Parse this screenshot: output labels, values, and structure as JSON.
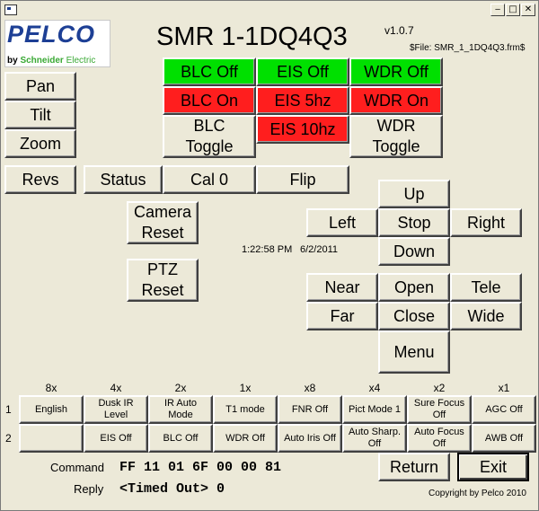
{
  "window": {
    "min_glyph": "‒",
    "max_glyph": "□",
    "close_glyph": "✕"
  },
  "logo": {
    "name": "PELCO",
    "sub_by": "by",
    "sub_brand": "Schneider",
    "sub_rest": "Electric"
  },
  "header": {
    "title": "SMR 1-1DQ4Q3",
    "version": "v1.0.7",
    "file": "$File: SMR_1_1DQ4Q3.frm$"
  },
  "left": {
    "pan": "Pan",
    "tilt": "Tilt",
    "zoom": "Zoom",
    "revs": "Revs"
  },
  "blc": {
    "off": "BLC Off",
    "on": "BLC On",
    "toggle": "BLC\nToggle"
  },
  "eis": {
    "off": "EIS Off",
    "hz5": "EIS 5hz",
    "hz10": "EIS 10hz"
  },
  "wdr": {
    "off": "WDR Off",
    "on": "WDR On",
    "toggle": "WDR\nToggle"
  },
  "row2": {
    "status": "Status",
    "cal": "Cal 0",
    "flip": "Flip"
  },
  "resets": {
    "camera": "Camera\nReset",
    "ptz": "PTZ\nReset"
  },
  "datetime": {
    "time": "1:22:58 PM",
    "date": "6/2/2011"
  },
  "dir": {
    "up": "Up",
    "left": "Left",
    "stop": "Stop",
    "right": "Right",
    "down": "Down"
  },
  "lens": {
    "near": "Near",
    "open": "Open",
    "tele": "Tele",
    "far": "Far",
    "close": "Close",
    "wide": "Wide",
    "menu": "Menu"
  },
  "grid": {
    "headers": [
      "8x",
      "4x",
      "2x",
      "1x",
      "x8",
      "x4",
      "x2",
      "x1"
    ],
    "row_labels": [
      "1",
      "2"
    ],
    "row1": [
      "English",
      "Dusk IR\nLevel",
      "IR Auto\nMode",
      "T1 mode",
      "FNR Off",
      "Pict Mode 1",
      "Sure Focus\nOff",
      "AGC Off"
    ],
    "row2": [
      "",
      "EIS Off",
      "BLC Off",
      "WDR Off",
      "Auto Iris Off",
      "Auto Sharp.\nOff",
      "Auto Focus\nOff",
      "AWB Off"
    ]
  },
  "bottom": {
    "command_label": "Command",
    "command_value": "FF 11 01 6F 00 00 81",
    "reply_label": "Reply",
    "reply_value": "<Timed Out> 0",
    "return_label": "Return",
    "exit_label": "Exit",
    "copyright": "Copyright by Pelco 2010"
  },
  "colors": {
    "green": "#00e000",
    "red": "#ff1e1e",
    "logo_blue": "#1d3f95",
    "face": "#ece9d8"
  }
}
